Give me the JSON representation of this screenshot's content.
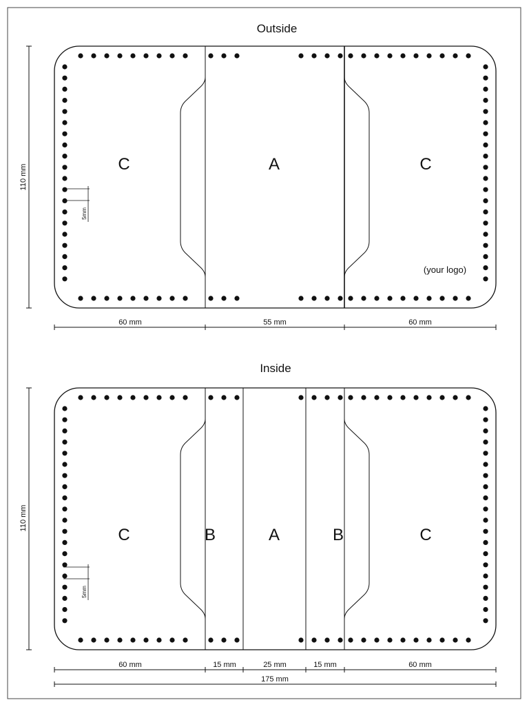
{
  "outside": {
    "title": "Outside",
    "height_label": "110 mm",
    "hole_label": "5mm",
    "panel_left": "C",
    "panel_center": "A",
    "panel_right": "C",
    "logo": "(your logo)",
    "dims": [
      "60 mm",
      "55 mm",
      "60 mm"
    ]
  },
  "inside": {
    "title": "Inside",
    "height_label": "110 mm",
    "hole_label": "5mm",
    "panel_left": "C",
    "panel_left_mid": "B",
    "panel_center": "A",
    "panel_right_mid": "B",
    "panel_right": "C",
    "dims": [
      "60 mm",
      "15 mm",
      "25 mm",
      "15 mm",
      "60 mm"
    ],
    "total": "175 mm"
  }
}
